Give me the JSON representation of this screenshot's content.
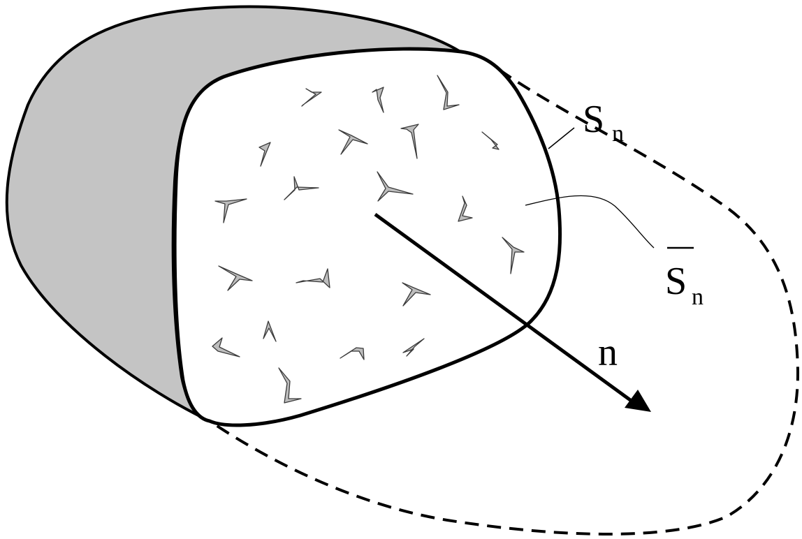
{
  "labels": {
    "surface_boundary": {
      "main": "S",
      "subscript": "n"
    },
    "surface_section": {
      "main": "S",
      "subscript": "n"
    },
    "normal": "n"
  },
  "colors": {
    "outer_body_fill": "#c4c4c4",
    "section_fill": "#ffffff",
    "stroke": "#000000",
    "particle_fill": "#bdbdbd",
    "particle_stroke": "#3a3a3a"
  }
}
